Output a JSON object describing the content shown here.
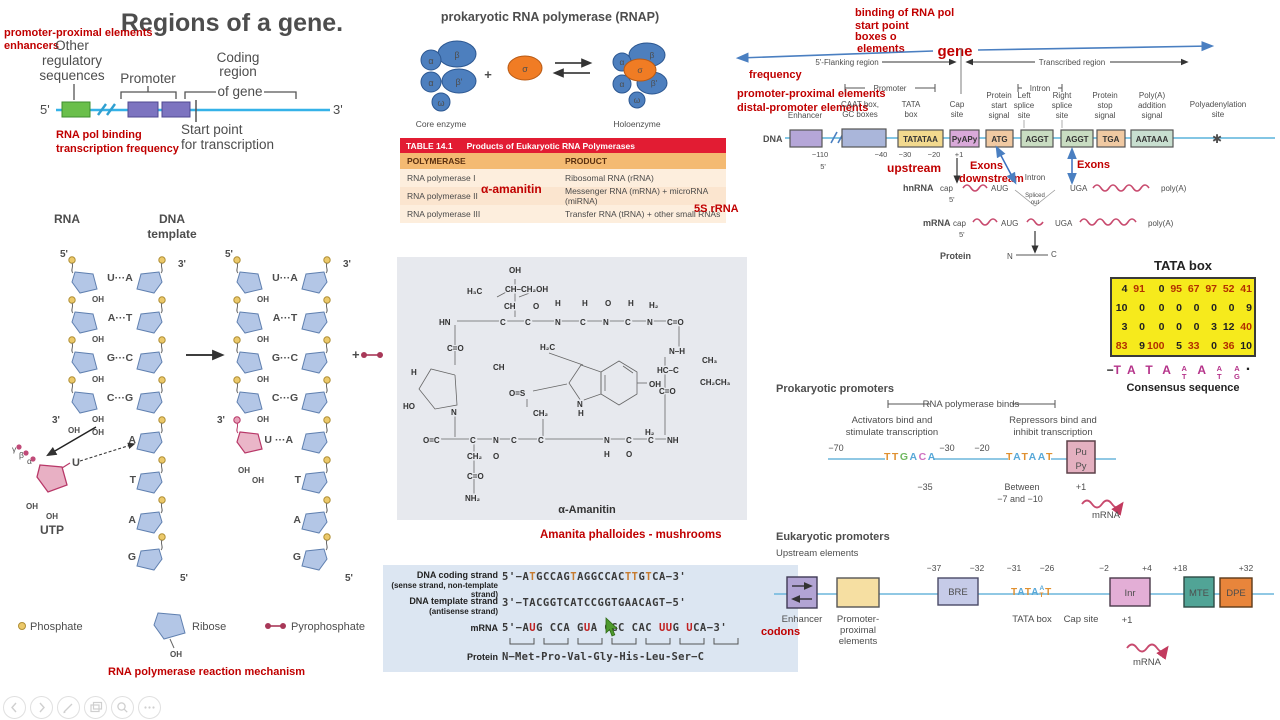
{
  "reg": {
    "title": "Regions of a gene.",
    "red1": "promoter-proximal elements",
    "red2": "enhancers",
    "other1": "Other",
    "other2": "regulatory",
    "other3": "sequences",
    "promoter": "Promoter",
    "coding1": "Coding",
    "coding2": "region",
    "coding3": "of gene",
    "p5": "5'",
    "p3": "3'",
    "start1": "Start point",
    "start2": "for transcription",
    "red3": "RNA pol binding",
    "red4": "transcription frequency"
  },
  "rnap": {
    "title": "prokaryotic RNA polymerase (RNAP)",
    "alpha": "α",
    "beta": "β",
    "betap": "β'",
    "omega": "ω",
    "sigma": "σ",
    "plus": "+",
    "core": "Core enzyme",
    "holo": "Holoenzyme"
  },
  "tbl": {
    "tag": "TABLE 14.1",
    "title": "Products of Eukaryotic RNA Polymerases",
    "c1": "POLYMERASE",
    "c2": "PRODUCT",
    "r1p": "RNA polymerase I",
    "r1d": "Ribosomal RNA (rRNA)",
    "r2p": "RNA polymerase II",
    "r2d": "Messenger RNA (mRNA) + microRNA (miRNA)",
    "r3p": "RNA polymerase III",
    "r3d": "Transfer RNA (tRNA) + other small RNAs",
    "red_a": "α-amanitin",
    "red_5s": "5S rRNA"
  },
  "gs": {
    "red_binding": "binding of RNA pol",
    "red_start": "start point",
    "red_boxes": "boxes o",
    "red_elements": "elements",
    "red_gene": "gene",
    "red_freq": "frequency",
    "red_ppe": "promoter-proximal elements",
    "red_dpe": "distal-promoter elements",
    "red_up": "upstream",
    "red_ex1": "Exons",
    "red_down": "downstream",
    "red_ex2": "Exons",
    "flank": "5'-Flanking region",
    "trans": "Transcribed region",
    "prom": "Promoter",
    "intr": "Intron",
    "cols": [
      [
        "Enhancer"
      ],
      [
        "CAAT box,",
        "GC boxes"
      ],
      [
        "TATA",
        "box"
      ],
      [
        "Cap",
        "site"
      ],
      [
        "Protein",
        "start",
        "signal"
      ],
      [
        "Left",
        "splice",
        "site"
      ],
      [
        "Right",
        "splice",
        "site"
      ],
      [
        "Protein",
        "stop",
        "signal"
      ],
      [
        "Poly(A)",
        "addition",
        "signal"
      ],
      [
        "Polyadenylation",
        "site"
      ]
    ],
    "dna": "DNA",
    "boxes": [
      "TATATAA",
      "PyAPy",
      "ATG",
      "AGGT",
      "AGGT",
      "TGA",
      "AATAAA"
    ],
    "ast": "✱",
    "pos": [
      "−110",
      "−40",
      "−30",
      "−20",
      "+1"
    ],
    "p5": "5'",
    "hnrna": "hnRNA",
    "cap": "cap",
    "aug": "AUG",
    "intron": "Intron",
    "sp1": "Spliced",
    "sp2": "out",
    "uga": "UGA",
    "polya": "poly(A)",
    "mrna": "mRNA",
    "prot": "Protein",
    "n": "N",
    "c": "C"
  },
  "mx": {
    "title": "TATA box",
    "rows": [
      [
        "4",
        "91",
        "0",
        "95",
        "67",
        "97",
        "52",
        "41"
      ],
      [
        "10",
        "0",
        "0",
        "0",
        "0",
        "0",
        "0",
        "9"
      ],
      [
        "3",
        "0",
        "0",
        "0",
        "0",
        "3",
        "12",
        "40"
      ],
      [
        "83",
        "9",
        "100",
        "5",
        "33",
        "0",
        "36",
        "10"
      ]
    ],
    "cons": [
      {
        "pre": "−",
        "m": "T"
      },
      {
        "m": "A"
      },
      {
        "m": "T"
      },
      {
        "m": "A"
      },
      {
        "t": "A",
        "b": "T"
      },
      {
        "m": "A"
      },
      {
        "t": "A",
        "b": "T"
      },
      {
        "t": "A",
        "b": "G"
      }
    ],
    "dot": "·",
    "caption": "Consensus sequence"
  },
  "mech": {
    "rna": "RNA",
    "dna1": "DNA",
    "dna2": "template",
    "p5": "5'",
    "p3": "3'",
    "pairs": [
      "U···A",
      "A···T",
      "G···C",
      "C···G"
    ],
    "unp": [
      "A",
      "T",
      "A",
      "G"
    ],
    "u_new": "U",
    "a_new": "···A",
    "oh": "OH",
    "gamma": "γ",
    "beta": "β",
    "alpha": "α",
    "u": "U",
    "utp": "UTP",
    "plus": "+",
    "leg1": "Phosphate",
    "leg2": "Ribose",
    "leg3": "Pyrophosphate",
    "red": "RNA polymerase reaction mechanism"
  },
  "ama": {
    "oh": "OH",
    "h3c": "H₃C",
    "chain": "CH–CH₂OH",
    "ch": "CH",
    "c": "C",
    "n": "N",
    "h": "H",
    "o": "O",
    "h2": "H₂",
    "hn": "HN",
    "co": "C=O",
    "ho": "HO",
    "os": "O=S",
    "ch2": "CH₂",
    "nh": "N–H",
    "hcc": "HC–C",
    "ch3": "CH₃",
    "ch2ch3": "CH₂CH₃",
    "oc": "O=C",
    "nh2": "NH₂",
    "nhb": "NH",
    "h2c": "H₂C",
    "name": "α-Amanitin",
    "red": "Amanita phalloides  - mushrooms"
  },
  "str": {
    "r1a": "DNA coding strand",
    "r1b": "(sense strand, non-template strand)",
    "r1s": "5'−ATGCCAGTAGGCCACTTGTCA−3'",
    "r2a": "DNA template strand",
    "r2b": "(antisense strand)",
    "r2s": "3'−TACGGTCATCCGGTGAACAGT−5'",
    "r3a": "mRNA",
    "r3s": "5'−AUG CCA GUA GGC CAC UUG UCA−3'",
    "red": "codons",
    "r4a": "Protein",
    "r4s": "N−Met-Pro-Val-Gly-His-Leu-Ser−C"
  },
  "prok": {
    "h": "Prokaryotic promoters",
    "binds": "RNA polymerase binds",
    "a1": "Activators bind and",
    "a2": "stimulate transcription",
    "r1": "Repressors bind and",
    "r2": "inhibit transcription",
    "m70": "−70",
    "m30": "−30",
    "m20": "−20",
    "m35": "−35",
    "s35": "TTGACA",
    "s10": "TATAAT",
    "pu": "Pu",
    "py": "Py",
    "b1": "Between",
    "b2": "−7 and −10",
    "p1": "+1",
    "mrna": "mRNA"
  },
  "euk": {
    "h": "Eukaryotic promoters",
    "up": "Upstream elements",
    "m37": "−37",
    "m32": "−32",
    "m31": "−31",
    "m26": "−26",
    "m2": "−2",
    "p4": "+4",
    "p18": "+18",
    "p32": "+32",
    "bre": "BRE",
    "inr": "Inr",
    "mte": "MTE",
    "dpe": "DPE",
    "t1": "TATA",
    "tt": "A",
    "tb": "T",
    "t2": "T",
    "enh": "Enhancer",
    "pp1": "Promoter-",
    "pp2": "proximal",
    "pp3": "elements",
    "tbox": "TATA box",
    "cap": "Cap site",
    "p1": "+1",
    "mrna": "mRNA"
  },
  "tb": {
    "b1": "previous-slide",
    "b2": "next-slide",
    "b3": "pen",
    "b4": "slides",
    "b5": "zoom",
    "b6": "more"
  }
}
